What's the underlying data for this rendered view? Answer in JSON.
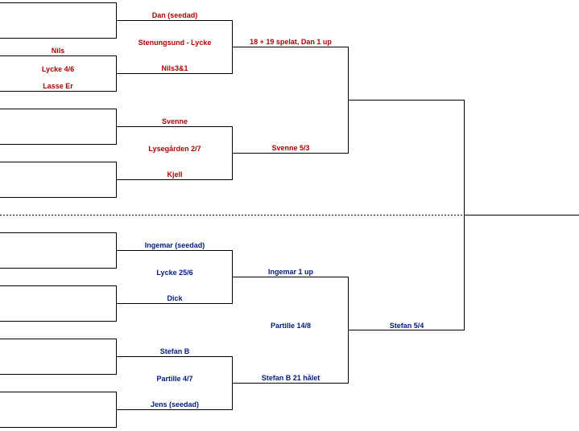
{
  "colors": {
    "top_half": "#b00000",
    "bottom_half": "#001a80",
    "lines": "#000000"
  },
  "top": {
    "r1_a": "Dan (seedad)",
    "r1_a_result": "Stenungsund - Lycke",
    "r1_b": "Nils3&1",
    "pre_name1": "Nils",
    "pre_result": "Lycke 4/6",
    "pre_name2": "Lasse Er",
    "r2_top": "18 + 19 spelat, Dan 1 up",
    "r1_c": "Svenne",
    "r1_c_result": "Lysegården 2/7",
    "r1_d": "Kjell",
    "r2_bottom": "Svenne 5/3"
  },
  "bottom": {
    "r1_a": "Ingemar (seedad)",
    "r1_a_result": "Lycke 25/6",
    "r1_b": "Dick",
    "r2_top": "Ingemar 1 up",
    "r2_result": "Partille 14/8",
    "r1_c": "Stefan B",
    "r1_c_result": "Partille 4/7",
    "r1_d": "Jens (seedad)",
    "r2_bottom": "Stefan B 21 hålet",
    "semi": "Stefan  5/4"
  }
}
